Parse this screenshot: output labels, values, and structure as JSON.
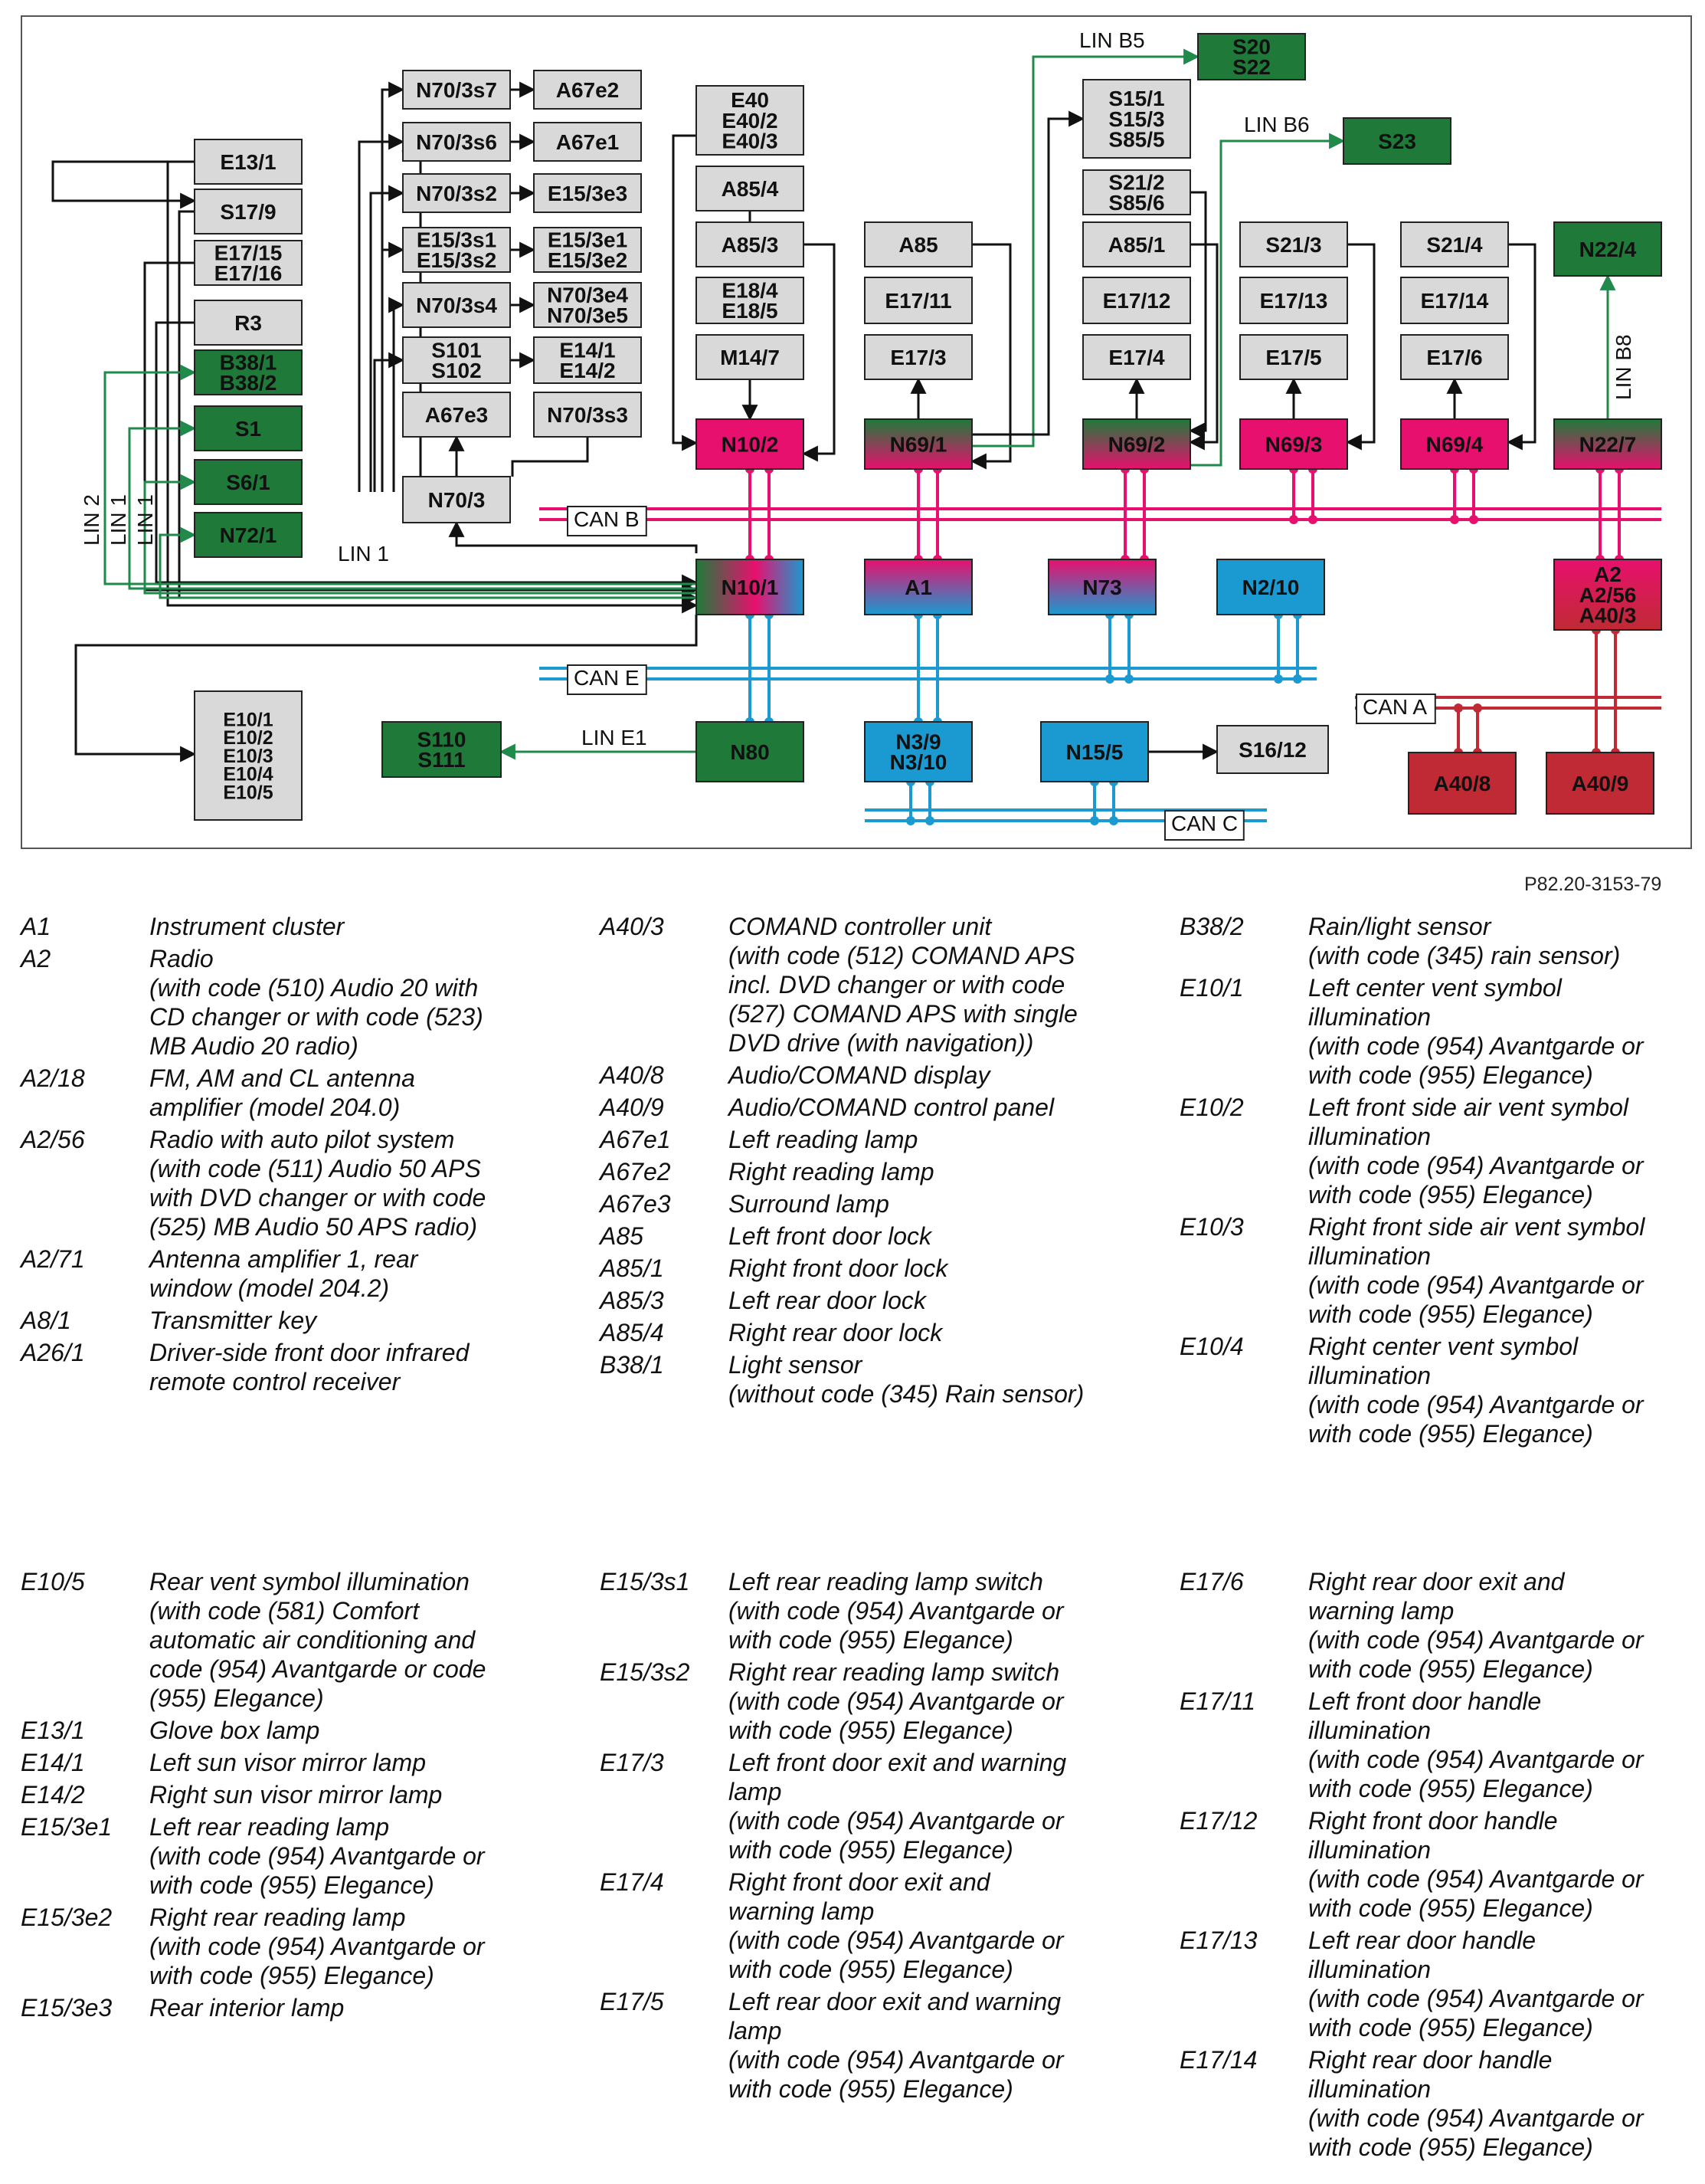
{
  "figure_ref": "P82.20-3153-79",
  "colors": {
    "grey_box": "#d9d9d9",
    "green_box": "#1f7a3a",
    "magenta_box": "#e8106e",
    "blue_box": "#1a9ad0",
    "red_box": "#c02a34",
    "can_b_bus": "#e8106e",
    "can_e_bus": "#1a9ad0",
    "can_c_bus": "#1a9ad0",
    "can_a_bus": "#c02a34",
    "lin_line": "#1f8a4a",
    "wire": "#111111"
  },
  "diagram": {
    "boxes": {
      "E13_1": {
        "label": [
          "E13/1"
        ]
      },
      "S17_9": {
        "label": [
          "S17/9"
        ]
      },
      "E17_15": {
        "label": [
          "E17/15",
          "E17/16"
        ]
      },
      "R3": {
        "label": [
          "R3"
        ]
      },
      "B38_1": {
        "label": [
          "B38/1",
          "B38/2"
        ]
      },
      "S1": {
        "label": [
          "S1"
        ]
      },
      "S6_1": {
        "label": [
          "S6/1"
        ]
      },
      "N72_1": {
        "label": [
          "N72/1"
        ]
      },
      "E10_1": {
        "label": [
          "E10/1",
          "E10/2",
          "E10/3",
          "E10/4",
          "E10/5"
        ]
      },
      "N70_3s7": {
        "label": [
          "N70/3s7"
        ]
      },
      "A67e2": {
        "label": [
          "A67e2"
        ]
      },
      "N70_3s6": {
        "label": [
          "N70/3s6"
        ]
      },
      "A67e1": {
        "label": [
          "A67e1"
        ]
      },
      "N70_3s2": {
        "label": [
          "N70/3s2"
        ]
      },
      "E15_3e3": {
        "label": [
          "E15/3e3"
        ]
      },
      "E15_3s1": {
        "label": [
          "E15/3s1",
          "E15/3s2"
        ]
      },
      "E15_3e1": {
        "label": [
          "E15/3e1",
          "E15/3e2"
        ]
      },
      "N70_3s4": {
        "label": [
          "N70/3s4"
        ]
      },
      "N70_3e4": {
        "label": [
          "N70/3e4",
          "N70/3e5"
        ]
      },
      "S101": {
        "label": [
          "S101",
          "S102"
        ]
      },
      "E14_1": {
        "label": [
          "E14/1",
          "E14/2"
        ]
      },
      "A67e3": {
        "label": [
          "A67e3"
        ]
      },
      "N70_3s3": {
        "label": [
          "N70/3s3"
        ]
      },
      "N70_3": {
        "label": [
          "N70/3"
        ]
      },
      "E40": {
        "label": [
          "E40",
          "E40/2",
          "E40/3"
        ]
      },
      "A85_4": {
        "label": [
          "A85/4"
        ]
      },
      "A85_3": {
        "label": [
          "A85/3"
        ]
      },
      "E18_4": {
        "label": [
          "E18/4",
          "E18/5"
        ]
      },
      "M14_7": {
        "label": [
          "M14/7"
        ]
      },
      "N10_2": {
        "label": [
          "N10/2"
        ]
      },
      "A85": {
        "label": [
          "A85"
        ]
      },
      "E17_11": {
        "label": [
          "E17/11"
        ]
      },
      "E17_3": {
        "label": [
          "E17/3"
        ]
      },
      "N69_1": {
        "label": [
          "N69/1"
        ]
      },
      "S20": {
        "label": [
          "S20",
          "S22"
        ]
      },
      "S15_1": {
        "label": [
          "S15/1",
          "S15/3",
          "S85/5"
        ]
      },
      "S21_2": {
        "label": [
          "S21/2",
          "S85/6"
        ]
      },
      "A85_1": {
        "label": [
          "A85/1"
        ]
      },
      "E17_12": {
        "label": [
          "E17/12"
        ]
      },
      "E17_4": {
        "label": [
          "E17/4"
        ]
      },
      "N69_2": {
        "label": [
          "N69/2"
        ]
      },
      "S23": {
        "label": [
          "S23"
        ]
      },
      "S21_3": {
        "label": [
          "S21/3"
        ]
      },
      "E17_13": {
        "label": [
          "E17/13"
        ]
      },
      "E17_5": {
        "label": [
          "E17/5"
        ]
      },
      "N69_3": {
        "label": [
          "N69/3"
        ]
      },
      "S21_4": {
        "label": [
          "S21/4"
        ]
      },
      "E17_14": {
        "label": [
          "E17/14"
        ]
      },
      "E17_6": {
        "label": [
          "E17/6"
        ]
      },
      "N69_4": {
        "label": [
          "N69/4"
        ]
      },
      "N22_4": {
        "label": [
          "N22/4"
        ]
      },
      "N22_7": {
        "label": [
          "N22/7"
        ]
      },
      "N10_1": {
        "label": [
          "N10/1"
        ]
      },
      "A1": {
        "label": [
          "A1"
        ]
      },
      "N73": {
        "label": [
          "N73"
        ]
      },
      "N2_10": {
        "label": [
          "N2/10"
        ]
      },
      "A2": {
        "label": [
          "A2",
          "A2/56",
          "A40/3"
        ]
      },
      "S110": {
        "label": [
          "S110",
          "S111"
        ]
      },
      "N80": {
        "label": [
          "N80"
        ]
      },
      "N3_9": {
        "label": [
          "N3/9",
          "N3/10"
        ]
      },
      "N15_5": {
        "label": [
          "N15/5"
        ]
      },
      "S16_12": {
        "label": [
          "S16/12"
        ]
      },
      "A40_8": {
        "label": [
          "A40/8"
        ]
      },
      "A40_9": {
        "label": [
          "A40/9"
        ]
      }
    },
    "bus_labels": {
      "can_b": "CAN B",
      "can_e": "CAN E",
      "can_a": "CAN A",
      "can_c": "CAN C"
    },
    "lin_labels": {
      "lin_b5": "LIN B5",
      "lin_b6": "LIN B6",
      "lin_b8": "LIN B8",
      "lin_1_horizontal": "LIN 1",
      "lin_e1": "LIN E1",
      "lin_2_vertical": "LIN 2",
      "lin_1_vertical_a": "LIN 1",
      "lin_1_vertical_b": "LIN 1"
    }
  },
  "legend": {
    "col1": [
      {
        "code": "A1",
        "lines": [
          "Instrument cluster"
        ]
      },
      {
        "code": "A2",
        "lines": [
          "Radio",
          "(with code (510) Audio 20 with",
          "CD changer or with code (523)",
          "MB Audio 20 radio)"
        ]
      },
      {
        "code": "A2/18",
        "lines": [
          "FM, AM and CL antenna",
          "amplifier (model 204.0)"
        ]
      },
      {
        "code": "A2/56",
        "lines": [
          "Radio with auto pilot system",
          "(with code (511) Audio 50 APS",
          "with DVD changer or with code",
          "(525) MB Audio 50 APS radio)"
        ]
      },
      {
        "code": "A2/71",
        "lines": [
          "Antenna amplifier 1, rear",
          "window (model 204.2)"
        ]
      },
      {
        "code": "A8/1",
        "lines": [
          "Transmitter key"
        ]
      },
      {
        "code": "A26/1",
        "lines": [
          "Driver-side front door infrared",
          "remote control receiver"
        ]
      }
    ],
    "col2": [
      {
        "code": "A40/3",
        "lines": [
          "COMAND controller unit",
          "(with code (512) COMAND APS",
          "incl. DVD changer or with code",
          "(527) COMAND APS with single",
          "DVD drive (with navigation))"
        ]
      },
      {
        "code": "A40/8",
        "lines": [
          "Audio/COMAND display"
        ]
      },
      {
        "code": "A40/9",
        "lines": [
          "Audio/COMAND control panel"
        ]
      },
      {
        "code": "A67e1",
        "lines": [
          "Left reading lamp"
        ]
      },
      {
        "code": "A67e2",
        "lines": [
          "Right reading lamp"
        ]
      },
      {
        "code": "A67e3",
        "lines": [
          "Surround lamp"
        ]
      },
      {
        "code": "A85",
        "lines": [
          "Left front door lock"
        ]
      },
      {
        "code": "A85/1",
        "lines": [
          "Right front door lock"
        ]
      },
      {
        "code": "A85/3",
        "lines": [
          "Left rear door lock"
        ]
      },
      {
        "code": "A85/4",
        "lines": [
          "Right rear door lock"
        ]
      },
      {
        "code": "B38/1",
        "lines": [
          "Light sensor",
          "(without code (345) Rain sensor)"
        ]
      }
    ],
    "col3": [
      {
        "code": "B38/2",
        "lines": [
          "Rain/light sensor",
          "(with code (345) rain sensor)"
        ]
      },
      {
        "code": "E10/1",
        "lines": [
          "Left center vent symbol",
          "illumination",
          "(with code (954) Avantgarde or",
          "with code (955) Elegance)"
        ]
      },
      {
        "code": "E10/2",
        "lines": [
          "Left front side air vent symbol",
          "illumination",
          "(with code (954) Avantgarde or",
          "with code (955) Elegance)"
        ]
      },
      {
        "code": "E10/3",
        "lines": [
          "Right front side air vent symbol",
          "illumination",
          "(with code (954) Avantgarde or",
          "with code (955) Elegance)"
        ]
      },
      {
        "code": "E10/4",
        "lines": [
          "Right center vent symbol",
          "illumination",
          "(with code (954) Avantgarde or",
          "with code (955) Elegance)"
        ]
      }
    ],
    "col4": [
      {
        "code": "E10/5",
        "lines": [
          "Rear vent symbol illumination",
          "(with code (581) Comfort",
          "automatic air conditioning and",
          "code (954) Avantgarde or code",
          "(955) Elegance)"
        ]
      },
      {
        "code": "E13/1",
        "lines": [
          "Glove box lamp"
        ]
      },
      {
        "code": "E14/1",
        "lines": [
          "Left sun visor mirror lamp"
        ]
      },
      {
        "code": "E14/2",
        "lines": [
          "Right sun visor mirror lamp"
        ]
      },
      {
        "code": "E15/3e1",
        "lines": [
          "Left rear reading lamp",
          "(with code (954) Avantgarde or",
          "with code (955) Elegance)"
        ]
      },
      {
        "code": "E15/3e2",
        "lines": [
          "Right rear reading lamp",
          "(with code (954) Avantgarde or",
          "with code (955) Elegance)"
        ]
      },
      {
        "code": "E15/3e3",
        "lines": [
          "Rear interior lamp"
        ]
      }
    ],
    "col5": [
      {
        "code": "E15/3s1",
        "lines": [
          "Left rear reading lamp switch",
          "(with code (954) Avantgarde or",
          "with code (955) Elegance)"
        ]
      },
      {
        "code": "E15/3s2",
        "lines": [
          "Right rear reading lamp switch",
          "(with code (954) Avantgarde or",
          "with code (955) Elegance)"
        ]
      },
      {
        "code": "E17/3",
        "lines": [
          "Left front door exit and warning",
          "lamp",
          "(with code (954) Avantgarde or",
          "with code (955) Elegance)"
        ]
      },
      {
        "code": "E17/4",
        "lines": [
          "Right front door exit and",
          "warning lamp",
          "(with code (954) Avantgarde or",
          "with code (955) Elegance)"
        ]
      },
      {
        "code": "E17/5",
        "lines": [
          "Left rear door exit and warning",
          "lamp",
          "(with code (954) Avantgarde or",
          "with code (955) Elegance)"
        ]
      }
    ],
    "col6": [
      {
        "code": "E17/6",
        "lines": [
          "Right rear door exit and",
          "warning lamp",
          "(with code (954) Avantgarde or",
          "with code (955) Elegance)"
        ]
      },
      {
        "code": "E17/11",
        "lines": [
          "Left front door handle",
          "illumination",
          "(with code (954) Avantgarde or",
          "with code (955) Elegance)"
        ]
      },
      {
        "code": "E17/12",
        "lines": [
          "Right front door handle",
          "illumination",
          "(with code (954) Avantgarde or",
          "with code (955) Elegance)"
        ]
      },
      {
        "code": "E17/13",
        "lines": [
          "Left rear door handle",
          "illumination",
          "(with code (954) Avantgarde or",
          "with code (955) Elegance)"
        ]
      },
      {
        "code": "E17/14",
        "lines": [
          "Right rear door handle",
          "illumination",
          "(with code (954) Avantgarde or",
          "with code (955) Elegance)"
        ]
      }
    ]
  }
}
